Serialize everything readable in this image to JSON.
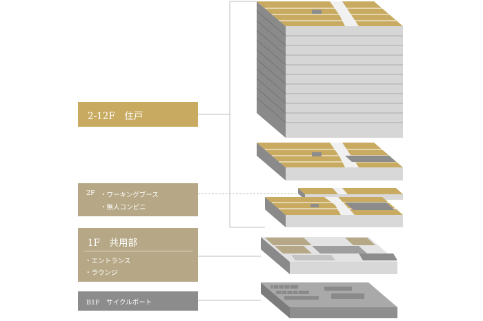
{
  "labels": {
    "residence": {
      "title": "2-12F　住戸"
    },
    "floor2": {
      "title": "2F",
      "items": [
        "・ワーキングブース",
        "・無人コンビニ"
      ]
    },
    "floor1": {
      "title": "1F　共用部",
      "items": [
        "・エントランス",
        "・ラウンジ"
      ]
    },
    "basement": {
      "title": "B1F　サイクルポート"
    }
  },
  "colors": {
    "gold": "#c8ab61",
    "beige": "#b6a886",
    "gray_label": "#8c8c8c",
    "slab_side": "#8a8a8a",
    "slab_front": "#d8d8d8",
    "leader_line": "#b9b9b9"
  }
}
